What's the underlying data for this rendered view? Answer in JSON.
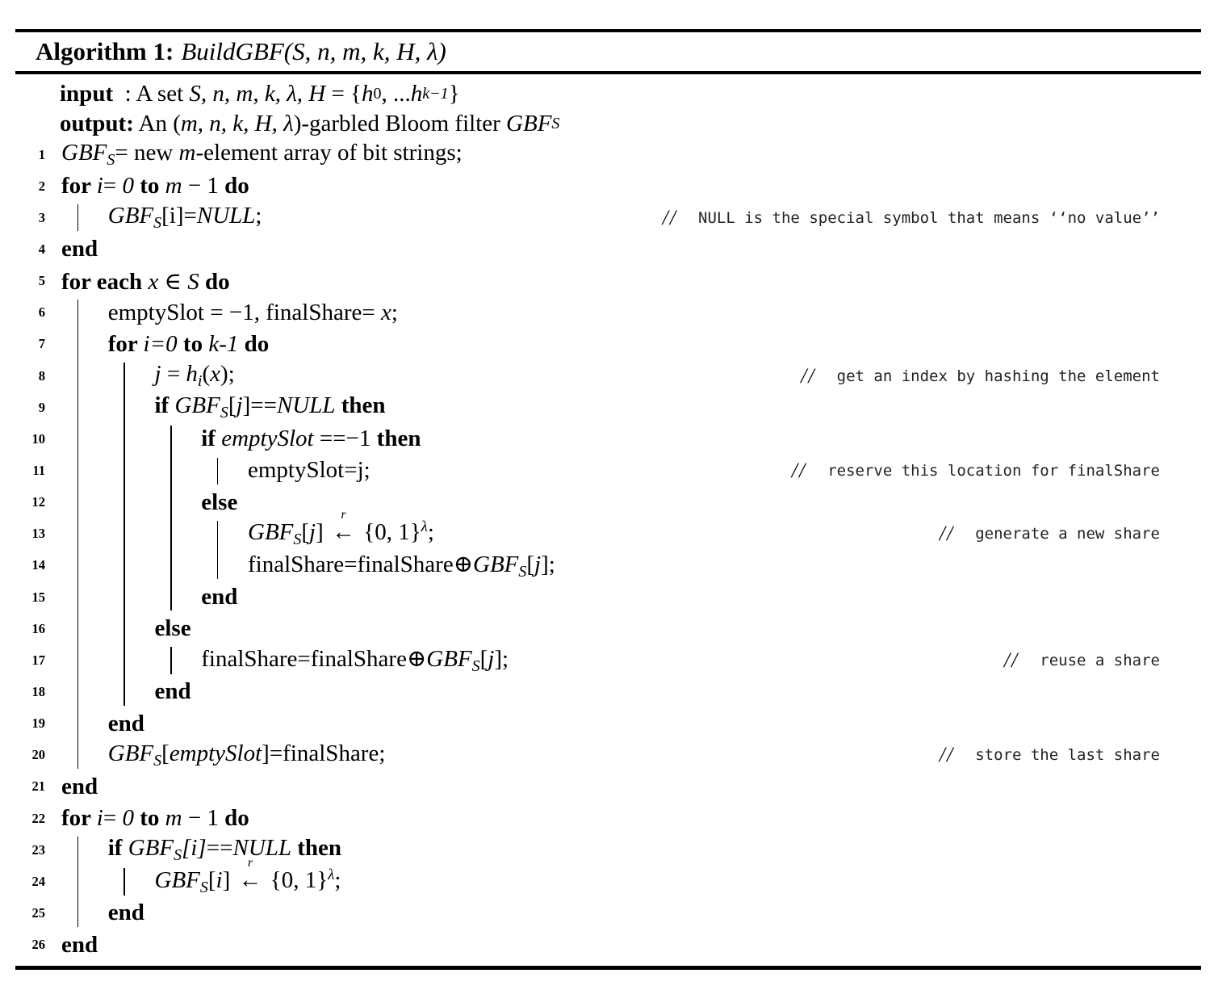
{
  "algorithm": {
    "caption": {
      "label": "Algorithm 1:",
      "signature": "BuildGBF(S, n, m, k, H, λ)"
    },
    "comment_prefix": "//",
    "io": [
      {
        "name": "input",
        "segs": [
          [
            "b",
            "input"
          ],
          [
            "r",
            "  : A set "
          ],
          [
            "i",
            "S, n, m, k, λ, H"
          ],
          [
            "r",
            " = {"
          ],
          [
            "i",
            "h"
          ],
          [
            "subr",
            "0"
          ],
          [
            "r",
            ", ..."
          ],
          [
            "i",
            "h"
          ],
          [
            "sub",
            "k−1"
          ],
          [
            "r",
            "}"
          ]
        ]
      },
      {
        "name": "output",
        "segs": [
          [
            "b",
            "output:"
          ],
          [
            "r",
            " An ("
          ],
          [
            "i",
            "m, n, k, H, λ"
          ],
          [
            "r",
            ")-garbled Bloom filter "
          ],
          [
            "i",
            "GBF"
          ],
          [
            "sub",
            "S"
          ]
        ]
      }
    ],
    "lines": [
      {
        "num": "1",
        "indent": 0,
        "comment": null,
        "segs": [
          [
            "i",
            "GBF"
          ],
          [
            "sub",
            "S"
          ],
          [
            "r",
            "= new "
          ],
          [
            "i",
            "m"
          ],
          [
            "r",
            "-element array of bit strings;"
          ]
        ]
      },
      {
        "num": "2",
        "indent": 0,
        "comment": null,
        "segs": [
          [
            "b",
            "for "
          ],
          [
            "i",
            "i"
          ],
          [
            "r",
            "= "
          ],
          [
            "i",
            "0"
          ],
          [
            "b",
            " to "
          ],
          [
            "i",
            "m"
          ],
          [
            "r",
            " − 1 "
          ],
          [
            "b",
            "do"
          ]
        ]
      },
      {
        "num": "3",
        "indent": 1,
        "comment": "NULL is the special symbol that means ‘‘no value’’",
        "segs": [
          [
            "i",
            "GBF"
          ],
          [
            "sub",
            "S"
          ],
          [
            "r",
            "[i]="
          ],
          [
            "i",
            "NULL"
          ],
          [
            "r",
            ";"
          ]
        ]
      },
      {
        "num": "4",
        "indent": 0,
        "comment": null,
        "segs": [
          [
            "b",
            "end"
          ]
        ]
      },
      {
        "num": "5",
        "indent": 0,
        "comment": null,
        "segs": [
          [
            "b",
            "for each "
          ],
          [
            "i",
            "x"
          ],
          [
            "r",
            " ∈ "
          ],
          [
            "i",
            "S"
          ],
          [
            "b",
            " do"
          ]
        ]
      },
      {
        "num": "6",
        "indent": 1,
        "comment": null,
        "segs": [
          [
            "r",
            "emptySlot = −1, finalShare= "
          ],
          [
            "i",
            "x"
          ],
          [
            "r",
            ";"
          ]
        ]
      },
      {
        "num": "7",
        "indent": 1,
        "comment": null,
        "segs": [
          [
            "b",
            "for "
          ],
          [
            "i",
            "i=0"
          ],
          [
            "b",
            " to "
          ],
          [
            "i",
            "k-1"
          ],
          [
            "b",
            " do"
          ]
        ]
      },
      {
        "num": "8",
        "indent": 2,
        "comment": "get an index by hashing the element",
        "segs": [
          [
            "i",
            "j"
          ],
          [
            "r",
            " = "
          ],
          [
            "i",
            "h"
          ],
          [
            "sub",
            "i"
          ],
          [
            "r",
            "("
          ],
          [
            "i",
            "x"
          ],
          [
            "r",
            ");"
          ]
        ]
      },
      {
        "num": "9",
        "indent": 2,
        "comment": null,
        "segs": [
          [
            "b",
            "if "
          ],
          [
            "i",
            "GBF"
          ],
          [
            "sub",
            "S"
          ],
          [
            "r",
            "["
          ],
          [
            "i",
            "j"
          ],
          [
            "r",
            "]=="
          ],
          [
            "i",
            "NULL"
          ],
          [
            "b",
            " then"
          ]
        ]
      },
      {
        "num": "10",
        "indent": 3,
        "comment": null,
        "segs": [
          [
            "b",
            "if "
          ],
          [
            "i",
            "emptySlot"
          ],
          [
            "r",
            " ==−1 "
          ],
          [
            "b",
            "then"
          ]
        ]
      },
      {
        "num": "11",
        "indent": 4,
        "comment": "reserve this location for finalShare",
        "segs": [
          [
            "r",
            "emptySlot=j;"
          ]
        ]
      },
      {
        "num": "12",
        "indent": 3,
        "comment": null,
        "segs": [
          [
            "b",
            "else"
          ]
        ]
      },
      {
        "num": "13",
        "indent": 4,
        "comment": "generate a new share",
        "segs": [
          [
            "i",
            "GBF"
          ],
          [
            "sub",
            "S"
          ],
          [
            "r",
            "["
          ],
          [
            "i",
            "j"
          ],
          [
            "r",
            "] "
          ],
          [
            "xarr",
            "r"
          ],
          [
            "r",
            " {0, 1}"
          ],
          [
            "sup",
            "λ"
          ],
          [
            "r",
            ";"
          ]
        ]
      },
      {
        "num": "14",
        "indent": 4,
        "comment": null,
        "segs": [
          [
            "r",
            "finalShare=finalShare⊕"
          ],
          [
            "i",
            "GBF"
          ],
          [
            "sub",
            "S"
          ],
          [
            "r",
            "["
          ],
          [
            "i",
            "j"
          ],
          [
            "r",
            "];"
          ]
        ]
      },
      {
        "num": "15",
        "indent": 3,
        "comment": null,
        "segs": [
          [
            "b",
            "end"
          ]
        ]
      },
      {
        "num": "16",
        "indent": 2,
        "comment": null,
        "segs": [
          [
            "b",
            "else"
          ]
        ]
      },
      {
        "num": "17",
        "indent": 3,
        "comment": "reuse a share",
        "segs": [
          [
            "r",
            "finalShare=finalShare⊕"
          ],
          [
            "i",
            "GBF"
          ],
          [
            "sub",
            "S"
          ],
          [
            "r",
            "["
          ],
          [
            "i",
            "j"
          ],
          [
            "r",
            "];"
          ]
        ]
      },
      {
        "num": "18",
        "indent": 2,
        "comment": null,
        "segs": [
          [
            "b",
            "end"
          ]
        ]
      },
      {
        "num": "19",
        "indent": 1,
        "comment": null,
        "segs": [
          [
            "b",
            "end"
          ]
        ]
      },
      {
        "num": "20",
        "indent": 1,
        "comment": "store the last share",
        "segs": [
          [
            "i",
            "GBF"
          ],
          [
            "sub",
            "S"
          ],
          [
            "r",
            "["
          ],
          [
            "i",
            "emptySlot"
          ],
          [
            "r",
            "]=finalShare;"
          ]
        ]
      },
      {
        "num": "21",
        "indent": 0,
        "comment": null,
        "segs": [
          [
            "b",
            "end"
          ]
        ]
      },
      {
        "num": "22",
        "indent": 0,
        "comment": null,
        "segs": [
          [
            "b",
            "for "
          ],
          [
            "i",
            "i"
          ],
          [
            "r",
            "= "
          ],
          [
            "i",
            "0"
          ],
          [
            "b",
            " to "
          ],
          [
            "i",
            "m"
          ],
          [
            "r",
            " − 1 "
          ],
          [
            "b",
            "do"
          ]
        ]
      },
      {
        "num": "23",
        "indent": 1,
        "comment": null,
        "segs": [
          [
            "b",
            "if "
          ],
          [
            "i",
            "GBF"
          ],
          [
            "sub",
            "S"
          ],
          [
            "i",
            "[i]"
          ],
          [
            "r",
            "=="
          ],
          [
            "i",
            "NULL"
          ],
          [
            "b",
            " then"
          ]
        ]
      },
      {
        "num": "24",
        "indent": 2,
        "comment": null,
        "segs": [
          [
            "i",
            "GBF"
          ],
          [
            "sub",
            "S"
          ],
          [
            "r",
            "["
          ],
          [
            "i",
            "i"
          ],
          [
            "r",
            "] "
          ],
          [
            "xarr",
            "r"
          ],
          [
            "r",
            " {0, 1}"
          ],
          [
            "sup",
            "λ"
          ],
          [
            "r",
            ";"
          ]
        ]
      },
      {
        "num": "25",
        "indent": 1,
        "comment": null,
        "segs": [
          [
            "b",
            "end"
          ]
        ]
      },
      {
        "num": "26",
        "indent": 0,
        "comment": null,
        "segs": [
          [
            "b",
            "end"
          ]
        ]
      }
    ],
    "bars": [
      {
        "level": 0,
        "from": 3,
        "to": 3
      },
      {
        "level": 0,
        "from": 6,
        "to": 20
      },
      {
        "level": 1,
        "from": 8,
        "to": 18
      },
      {
        "level": 2,
        "from": 10,
        "to": 15
      },
      {
        "level": 3,
        "from": 11,
        "to": 11
      },
      {
        "level": 3,
        "from": 13,
        "to": 14
      },
      {
        "level": 2,
        "from": 17,
        "to": 17
      },
      {
        "level": 0,
        "from": 23,
        "to": 25
      },
      {
        "level": 1,
        "from": 24,
        "to": 24
      }
    ]
  },
  "colors": {
    "text": "#000000",
    "rule": "#000000",
    "comment": "#222222"
  }
}
